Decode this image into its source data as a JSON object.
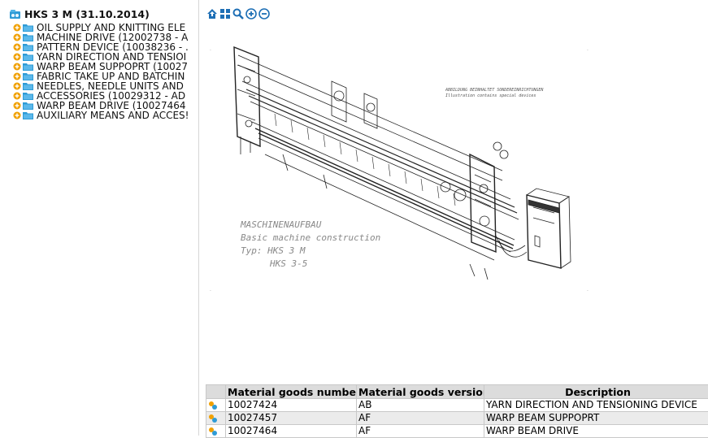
{
  "tree": {
    "root_label": "HKS 3 M (31.10.2014)",
    "items": [
      {
        "label": "OIL SUPPLY AND KNITTING ELE"
      },
      {
        "label": "MACHINE DRIVE (12002738 - A"
      },
      {
        "label": "PATTERN DEVICE (10038236 - ."
      },
      {
        "label": "YARN DIRECTION AND TENSIOI"
      },
      {
        "label": "WARP BEAM SUPPOPRT (10027"
      },
      {
        "label": "FABRIC TAKE UP AND BATCHIN"
      },
      {
        "label": "NEEDLES, NEEDLE UNITS AND"
      },
      {
        "label": "ACCESSORIES (10029312 - AD"
      },
      {
        "label": "WARP BEAM DRIVE (10027464"
      },
      {
        "label": "AUXILIARY MEANS AND ACCES!"
      }
    ]
  },
  "toolbar": {
    "icons": [
      "home-icon",
      "grid-icon",
      "search-icon",
      "zoom-in-icon",
      "zoom-out-icon"
    ]
  },
  "drawing": {
    "caption_lines": [
      "MASCHINENAUFBAU",
      "Basic machine construction",
      "Typ: HKS 3 M",
      "HKS 3-5"
    ],
    "note_lines": [
      "ABBILDUNG BEINHALTET SONDEREINRICHTUNGEN",
      "Illustration contains special devices"
    ]
  },
  "table": {
    "headers": [
      "Material goods number",
      "Material goods version",
      "Description"
    ],
    "rows": [
      {
        "number": "10027424",
        "version": "AB",
        "description": "YARN DIRECTION AND TENSIONING DEVICE"
      },
      {
        "number": "10027457",
        "version": "AF",
        "description": "WARP BEAM SUPPOPRT"
      },
      {
        "number": "10027464",
        "version": "AF",
        "description": "WARP BEAM DRIVE"
      }
    ]
  },
  "colors": {
    "folder": "#2e9bd6",
    "expand": "#f0a000",
    "header_bg": "#dcdcdc",
    "alt_row_bg": "#ebebeb",
    "toolbar_icon": "#1e6fb5"
  }
}
